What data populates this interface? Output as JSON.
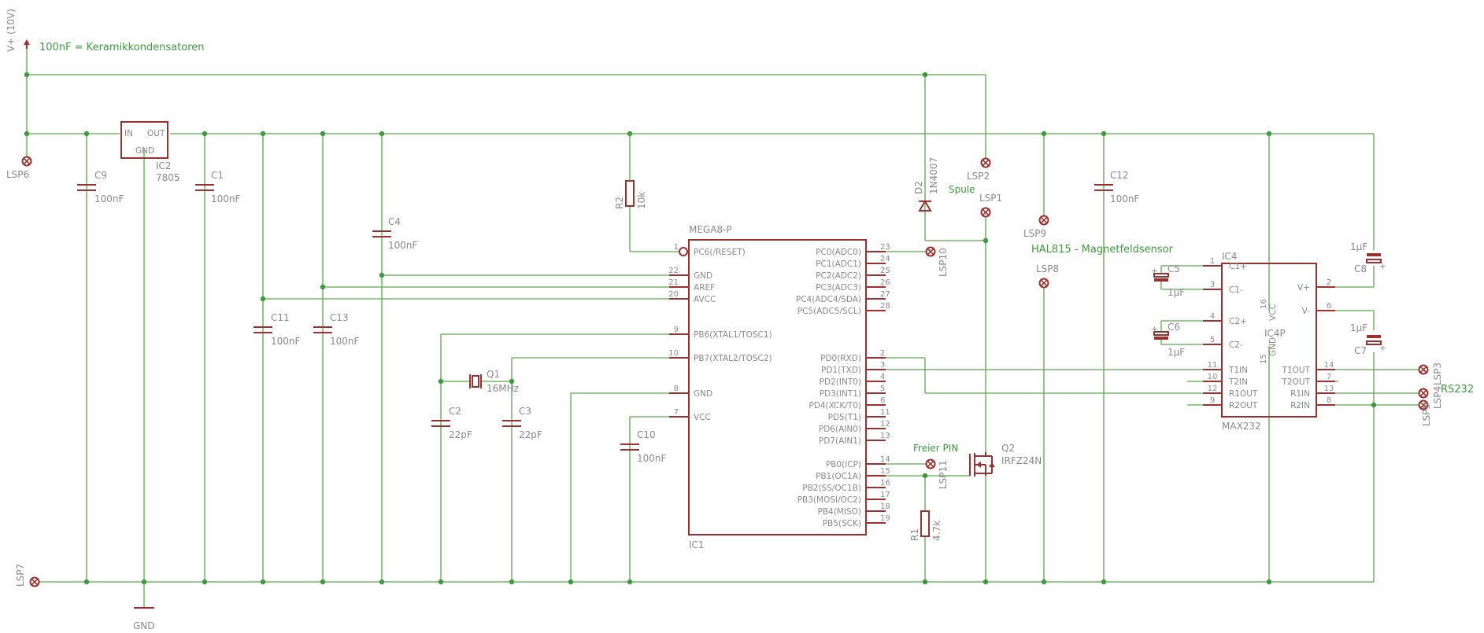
{
  "supply": {
    "label": "V+ (10V)",
    "ground": "GND"
  },
  "notes": {
    "ceramic": "100nF = Keramikkondensatoren",
    "coil": "Spule",
    "hal": "HAL815 - Magnetfeldsensor",
    "free_pin": "Freier PIN",
    "rs232": "RS232"
  },
  "regulator": {
    "ref": "IC2",
    "value": "7805",
    "pin_in": "IN",
    "pin_out": "OUT",
    "pin_gnd": "GND"
  },
  "caps": {
    "c1": {
      "ref": "C1",
      "value": "100nF"
    },
    "c2": {
      "ref": "C2",
      "value": "22pF"
    },
    "c3": {
      "ref": "C3",
      "value": "22pF"
    },
    "c4": {
      "ref": "C4",
      "value": "100nF"
    },
    "c5": {
      "ref": "C5",
      "value": "1µF"
    },
    "c6": {
      "ref": "C6",
      "value": "1µF"
    },
    "c7": {
      "ref": "C7",
      "value": "1µF"
    },
    "c8": {
      "ref": "C8",
      "value": "1µF"
    },
    "c9": {
      "ref": "C9",
      "value": "100nF"
    },
    "c10": {
      "ref": "C10",
      "value": "100nF"
    },
    "c11": {
      "ref": "C11",
      "value": "100nF"
    },
    "c12": {
      "ref": "C12",
      "value": "100nF"
    },
    "c13": {
      "ref": "C13",
      "value": "100nF"
    }
  },
  "resistors": {
    "r1": {
      "ref": "R1",
      "value": "4.7k"
    },
    "r2": {
      "ref": "R2",
      "value": "10k"
    }
  },
  "crystal": {
    "ref": "Q1",
    "value": "16MHz"
  },
  "diode": {
    "ref": "D2",
    "value": "1N4007"
  },
  "mosfet": {
    "ref": "Q2",
    "value": "IRFZ24N"
  },
  "mcu": {
    "ref": "IC1",
    "value": "MEGA8-P",
    "left_pins": [
      {
        "num": "1",
        "name": "PC6(/RESET)"
      },
      {
        "num": "22",
        "name": "GND"
      },
      {
        "num": "21",
        "name": "AREF"
      },
      {
        "num": "20",
        "name": "AVCC"
      },
      {
        "num": "9",
        "name": "PB6(XTAL1/TOSC1)"
      },
      {
        "num": "10",
        "name": "PB7(XTAL2/TOSC2)"
      },
      {
        "num": "8",
        "name": "GND"
      },
      {
        "num": "7",
        "name": "VCC"
      }
    ],
    "right_pins": [
      {
        "num": "23",
        "name": "PC0(ADC0)"
      },
      {
        "num": "24",
        "name": "PC1(ADC1)"
      },
      {
        "num": "25",
        "name": "PC2(ADC2)"
      },
      {
        "num": "26",
        "name": "PC3(ADC3)"
      },
      {
        "num": "27",
        "name": "PC4(ADC4/SDA)"
      },
      {
        "num": "28",
        "name": "PC5(ADC5/SCL)"
      },
      {
        "num": "2",
        "name": "PD0(RXD)"
      },
      {
        "num": "3",
        "name": "PD1(TXD)"
      },
      {
        "num": "4",
        "name": "PD2(INT0)"
      },
      {
        "num": "5",
        "name": "PD3(INT1)"
      },
      {
        "num": "6",
        "name": "PD4(XCK/T0)"
      },
      {
        "num": "11",
        "name": "PD5(T1)"
      },
      {
        "num": "12",
        "name": "PD6(AIN0)"
      },
      {
        "num": "13",
        "name": "PD7(AIN1)"
      },
      {
        "num": "14",
        "name": "PB0(ICP)"
      },
      {
        "num": "15",
        "name": "PB1(OC1A)"
      },
      {
        "num": "16",
        "name": "PB2(SS/OC1B)"
      },
      {
        "num": "17",
        "name": "PB3(MOSI/OC2)"
      },
      {
        "num": "18",
        "name": "PB4(MISO)"
      },
      {
        "num": "19",
        "name": "PB5(SCK)"
      }
    ]
  },
  "max232": {
    "ref": "IC4",
    "value": "MAX232",
    "power_ref": "IC4P",
    "vcc_label": "VCC",
    "vcc_pin": "16",
    "gnd_label": "GND",
    "gnd_pin": "15",
    "left_pins": [
      {
        "num": "1",
        "name": "C1+"
      },
      {
        "num": "3",
        "name": "C1-"
      },
      {
        "num": "4",
        "name": "C2+"
      },
      {
        "num": "5",
        "name": "C2-"
      },
      {
        "num": "11",
        "name": "T1IN"
      },
      {
        "num": "10",
        "name": "T2IN"
      },
      {
        "num": "12",
        "name": "R1OUT"
      },
      {
        "num": "9",
        "name": "R2OUT"
      }
    ],
    "right_pins": [
      {
        "num": "2",
        "name": "V+"
      },
      {
        "num": "6",
        "name": "V-"
      },
      {
        "num": "14",
        "name": "T1OUT"
      },
      {
        "num": "7",
        "name": "T2OUT"
      },
      {
        "num": "13",
        "name": "R1IN"
      },
      {
        "num": "8",
        "name": "R2IN"
      }
    ]
  },
  "connectors": {
    "lsp1": "LSP1",
    "lsp2": "LSP2",
    "lsp3": "LSP3",
    "lsp4": "LSP4",
    "lsp5": "LSP5",
    "lsp6": "LSP6",
    "lsp7": "LSP7",
    "lsp8": "LSP8",
    "lsp9": "LSP9",
    "lsp10": "LSP10",
    "lsp11": "LSP11"
  }
}
